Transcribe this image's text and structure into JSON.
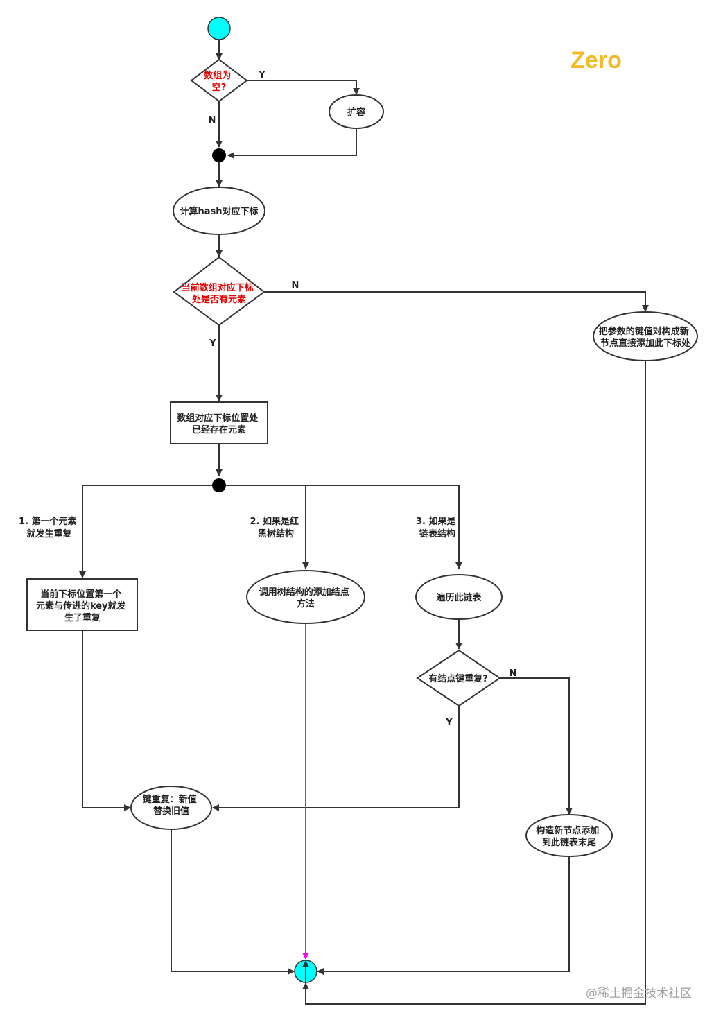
{
  "brand": {
    "text": "Zero",
    "color": "#f5b925"
  },
  "colors": {
    "terminal": "#00ffff",
    "merge": "#000000",
    "highlight": "#ff00ff",
    "question": "#e00000"
  },
  "nodes": {
    "array_empty": [
      "数组为",
      "空?"
    ],
    "resize": "扩容",
    "compute_hash": "计算hash对应下标",
    "has_element": [
      "当前数组对应下标",
      "处是否有元素"
    ],
    "add_node_direct": [
      "把参数的键值对构成新",
      "节点直接添加此下标处"
    ],
    "element_exists": [
      "数组对应下标位置处",
      "已经存在元素"
    ],
    "first_element_dup": [
      "当前下标位置第一个",
      "元素与传进的key就发",
      "生了重复"
    ],
    "call_tree_add": [
      "调用树结构的添加结点",
      "方法"
    ],
    "traverse_list": "遍历此链表",
    "node_key_dup": "有结点键重复?",
    "replace_value": [
      "键重复：新值",
      "替换旧值"
    ],
    "append_new_node": [
      "构造新节点添加",
      "到此链表末尾"
    ]
  },
  "edge_labels": {
    "empty_yes": "Y",
    "empty_no": "N",
    "has_no": "N",
    "has_yes": "Y",
    "branch1": [
      "1. 第一个元素",
      "就发生重复"
    ],
    "branch2": [
      "2. 如果是红",
      "黑树结构"
    ],
    "branch3": [
      "3. 如果是",
      "链表结构"
    ],
    "dup_no": "N",
    "dup_yes": "Y"
  },
  "watermark": "@稀土掘金技术社区"
}
